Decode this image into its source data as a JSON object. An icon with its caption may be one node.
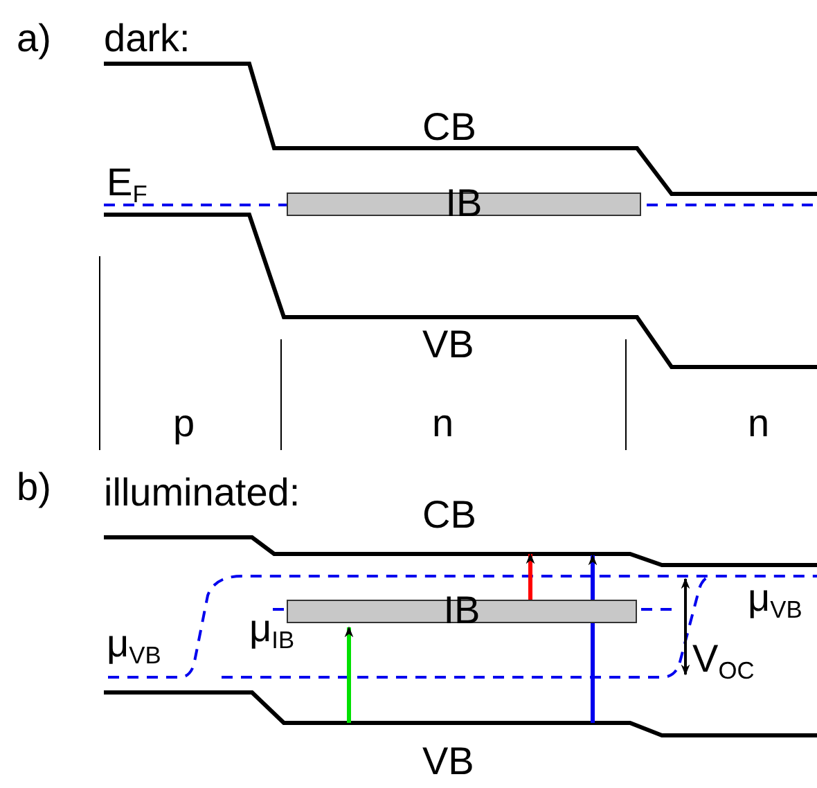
{
  "diagram": {
    "nodes": [
      {
        "text": [
          "IB"
        ]
      },
      {
        "text": [
          "IB"
        ]
      }
    ],
    "edges": [
      {
        "from": null,
        "to": 1,
        "arrow": "to",
        "color": "#00e000"
      },
      {
        "from": 1,
        "to": null,
        "arrow": "to",
        "color": "#ff0000"
      }
    ],
    "labels": [
      "a)",
      "dark:",
      "CB",
      "E$_{F}$",
      "VB",
      "p",
      "n",
      "n",
      "b)",
      "illuminated:",
      "CB",
      "μ$_{VB}$",
      "μ$_{IB}$",
      "μ$_{VB}$",
      "V$_{OC}$",
      "VB"
    ]
  }
}
